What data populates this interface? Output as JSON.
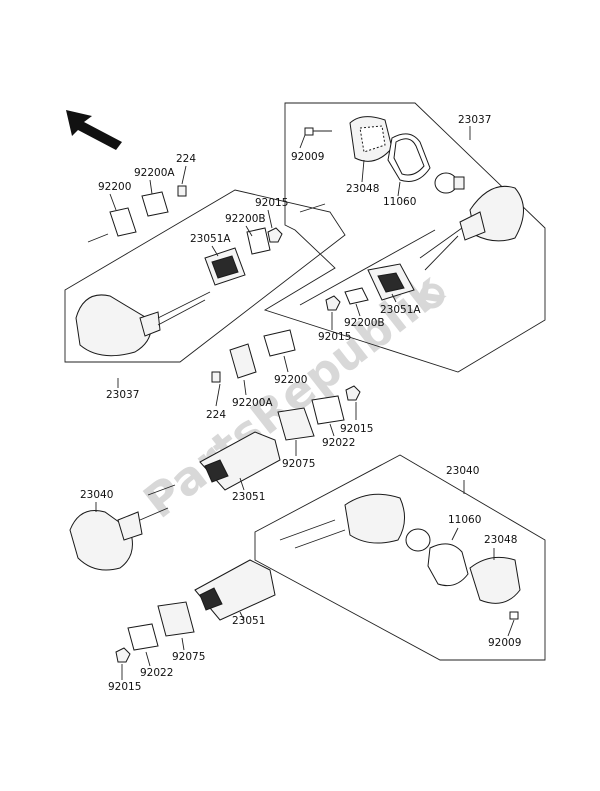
{
  "watermark": "PartsRepublik",
  "labels": {
    "l23037_top": "23037",
    "l92009_top": "92009",
    "l23048_top": "23048",
    "l11060_top": "11060",
    "l23051A_right": "23051A",
    "l92200B_right": "92200B",
    "l92015_right": "92015",
    "l224_top": "224",
    "l92200A_top": "92200A",
    "l92200_top": "92200",
    "l92200B_left": "92200B",
    "l92015_left": "92015",
    "l23051A_left": "23051A",
    "l23037_left": "23037",
    "l92200_mid": "92200",
    "l224_mid": "224",
    "l92200A_mid": "92200A",
    "l92015_mid": "92015",
    "l92022_mid": "92022",
    "l92075_mid": "92075",
    "l23051_mid": "23051",
    "l23040_left": "23040",
    "l23040_right": "23040",
    "l11060_bot": "11060",
    "l23048_bot": "23048",
    "l92009_bot": "92009",
    "l23051_bot": "23051",
    "l92075_bot": "92075",
    "l92022_bot": "92022",
    "l92015_bot": "92015"
  }
}
